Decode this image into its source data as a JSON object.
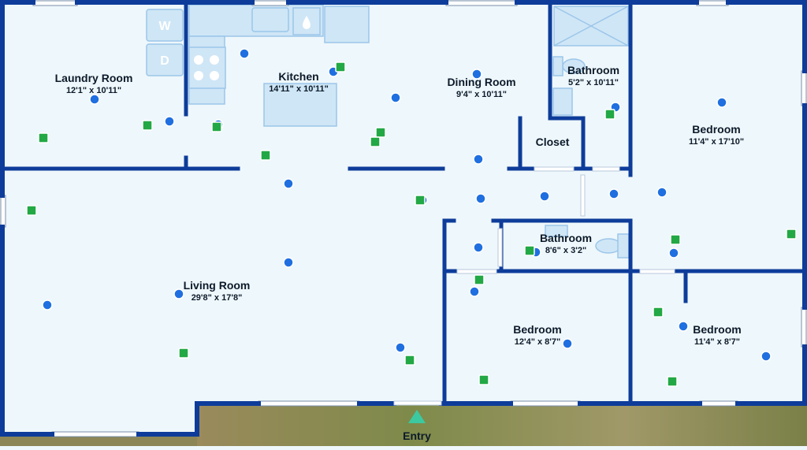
{
  "rooms": [
    {
      "name": "Laundry Room",
      "dims": "12'1\" x 10'11\""
    },
    {
      "name": "Kitchen",
      "dims": "14'11\" x 10'11\""
    },
    {
      "name": "Dining Room",
      "dims": "9'4\" x 10'11\""
    },
    {
      "name": "Bathroom",
      "dims": "5'2\" x 10'11\""
    },
    {
      "name": "Bedroom",
      "dims": "11'4\" x 17'10\""
    },
    {
      "name": "Closet",
      "dims": ""
    },
    {
      "name": "Living Room",
      "dims": "29'8\" x 17'8\""
    },
    {
      "name": "Bathroom",
      "dims": "8'6\" x 3'2\""
    },
    {
      "name": "Bedroom",
      "dims": "12'4\" x 8'7\""
    },
    {
      "name": "Bedroom",
      "dims": "11'4\" x 8'7\""
    }
  ],
  "entry": {
    "label": "Entry"
  },
  "appliances": {
    "washer": "W",
    "dryer": "D"
  },
  "colors": {
    "wall": "#0d3c9a",
    "floor": "#eef7fb",
    "fixture": "#cfe6f6",
    "fixture_stroke": "#9cc6ea",
    "blue_marker": "#1f6fe0",
    "green_marker": "#22a845",
    "entry_marker": "#3cc9a0",
    "ground": "#8a8f5a"
  },
  "legend_icons": [
    "blue-dot-icon",
    "green-square-icon",
    "entry-arrow-icon"
  ]
}
